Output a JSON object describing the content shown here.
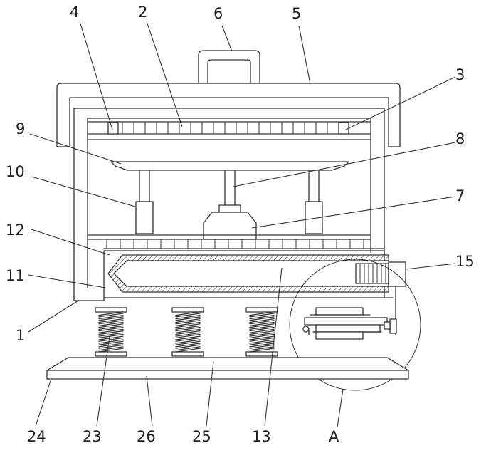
{
  "colors": {
    "line": "#333333",
    "background": "#ffffff"
  },
  "labels": {
    "l1": "1",
    "l2": "2",
    "l3": "3",
    "l4": "4",
    "l5": "5",
    "l6": "6",
    "l7": "7",
    "l8": "8",
    "l9": "9",
    "l10": "10",
    "l11": "11",
    "l12": "12",
    "l13": "13",
    "l15": "15",
    "l23": "23",
    "l24": "24",
    "l25": "25",
    "l26": "26",
    "lA": "A"
  }
}
